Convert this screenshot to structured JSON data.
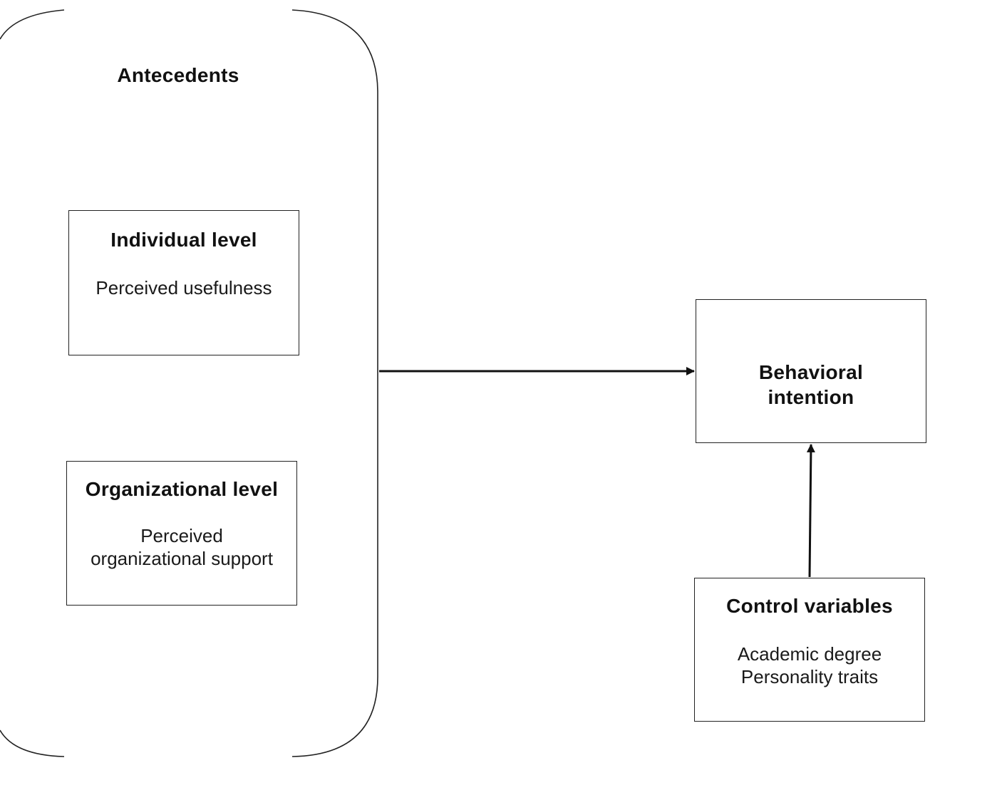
{
  "antecedents": {
    "title": "Antecedents"
  },
  "individual": {
    "title": "Individual level",
    "items": [
      "Perceived usefulness"
    ]
  },
  "organizational": {
    "title": "Organizational level",
    "items": [
      "Perceived",
      "organizational support"
    ]
  },
  "behavioral": {
    "title_lines": [
      "Behavioral",
      "intention"
    ]
  },
  "control": {
    "title": "Control variables",
    "items": [
      "Academic degree",
      "Personality traits"
    ]
  },
  "colors": {
    "stroke": "#222222",
    "text": "#111111",
    "background": "#ffffff"
  },
  "edges": [
    {
      "from": "antecedents",
      "to": "behavioral-intention"
    },
    {
      "from": "control-variables",
      "to": "behavioral-intention"
    }
  ]
}
